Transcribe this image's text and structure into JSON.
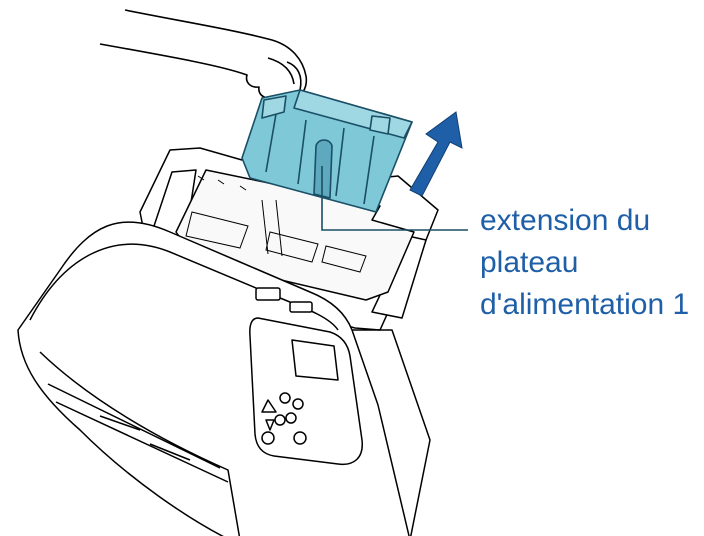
{
  "callout": {
    "line1": "extension du",
    "line2": "plateau",
    "line3": "d'alimentation 1"
  },
  "colors": {
    "tray_fill": "#7fc8d8",
    "tray_stroke": "#1a4f66",
    "arrow": "#1f5fa8",
    "label": "#1f5fa8",
    "outline": "#000000"
  },
  "icons": {
    "arrow": "up-arrow-icon",
    "hand": "hand-icon"
  }
}
